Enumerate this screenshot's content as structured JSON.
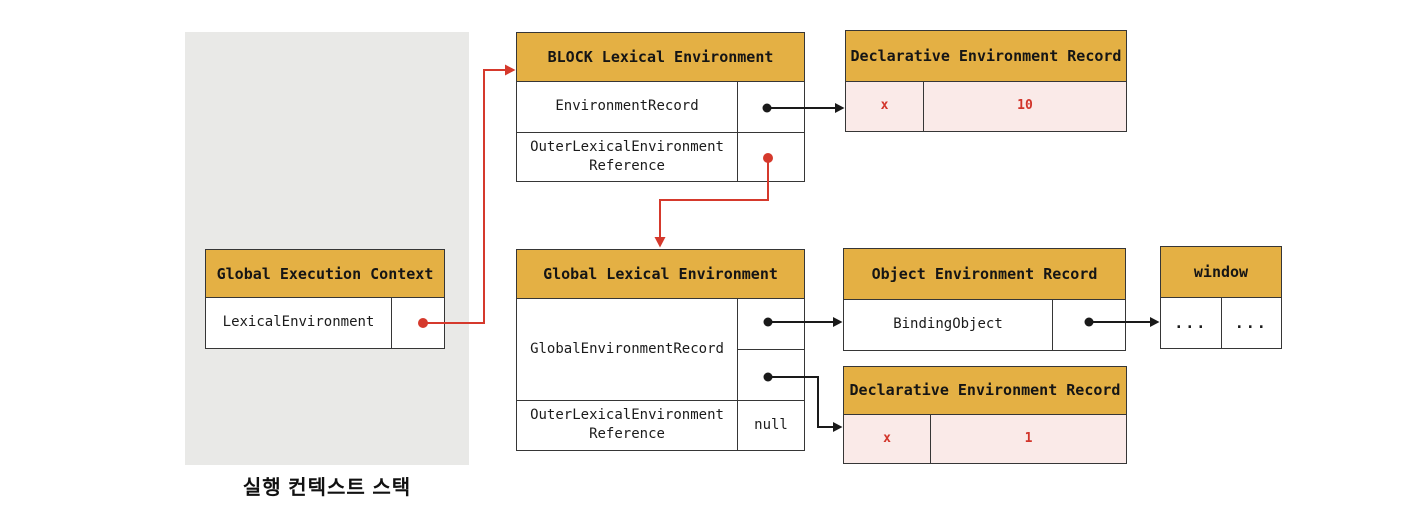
{
  "palette": {
    "gold": "#e4b044",
    "pink": "#faeae8",
    "red_arrow": "#d5392c",
    "red_text": "#d2342a",
    "black_arrow": "#1a1a1a",
    "stack_gray": "#e9e9e7",
    "border": "#363636"
  },
  "stack": {
    "label": "실행 컨텍스트 스택"
  },
  "boxes": {
    "global_execution_context": {
      "title": "Global Execution Context",
      "rows": [
        {
          "label": "LexicalEnvironment"
        }
      ]
    },
    "block_lexical_environment": {
      "title": "BLOCK Lexical Environment",
      "rows": [
        {
          "label": "EnvironmentRecord"
        },
        {
          "label": "OuterLexicalEnvironment\nReference"
        }
      ]
    },
    "declarative_record_block": {
      "title": "Declarative Environment Record",
      "entries": [
        {
          "key": "x",
          "value": "10"
        }
      ]
    },
    "global_lexical_environment": {
      "title": "Global Lexical Environment",
      "rows": [
        {
          "label": "GlobalEnvironmentRecord"
        },
        {
          "label": "OuterLexicalEnvironment\nReference",
          "value": "null"
        }
      ]
    },
    "object_environment_record": {
      "title": "Object Environment Record",
      "rows": [
        {
          "label": "BindingObject"
        }
      ]
    },
    "window_object": {
      "title": "window",
      "cells": [
        "...",
        "..."
      ]
    },
    "declarative_record_global": {
      "title": "Declarative Environment Record",
      "entries": [
        {
          "key": "x",
          "value": "1"
        }
      ]
    }
  },
  "connections": [
    {
      "from": "GlobalExecutionContext.LexicalEnvironment",
      "to": "BLOCK Lexical Environment",
      "color": "red"
    },
    {
      "from": "BLOCK.OuterLexicalEnvironmentReference",
      "to": "Global Lexical Environment",
      "color": "red"
    },
    {
      "from": "BLOCK.EnvironmentRecord",
      "to": "Declarative Environment Record (x=10)",
      "color": "black"
    },
    {
      "from": "GlobalLexicalEnvironment.GlobalEnvironmentRecord",
      "to": "Object Environment Record",
      "color": "black"
    },
    {
      "from": "GlobalLexicalEnvironment.GlobalEnvironmentRecord",
      "to": "Declarative Environment Record (x=1)",
      "color": "black"
    },
    {
      "from": "ObjectEnvironmentRecord.BindingObject",
      "to": "window",
      "color": "black"
    }
  ]
}
